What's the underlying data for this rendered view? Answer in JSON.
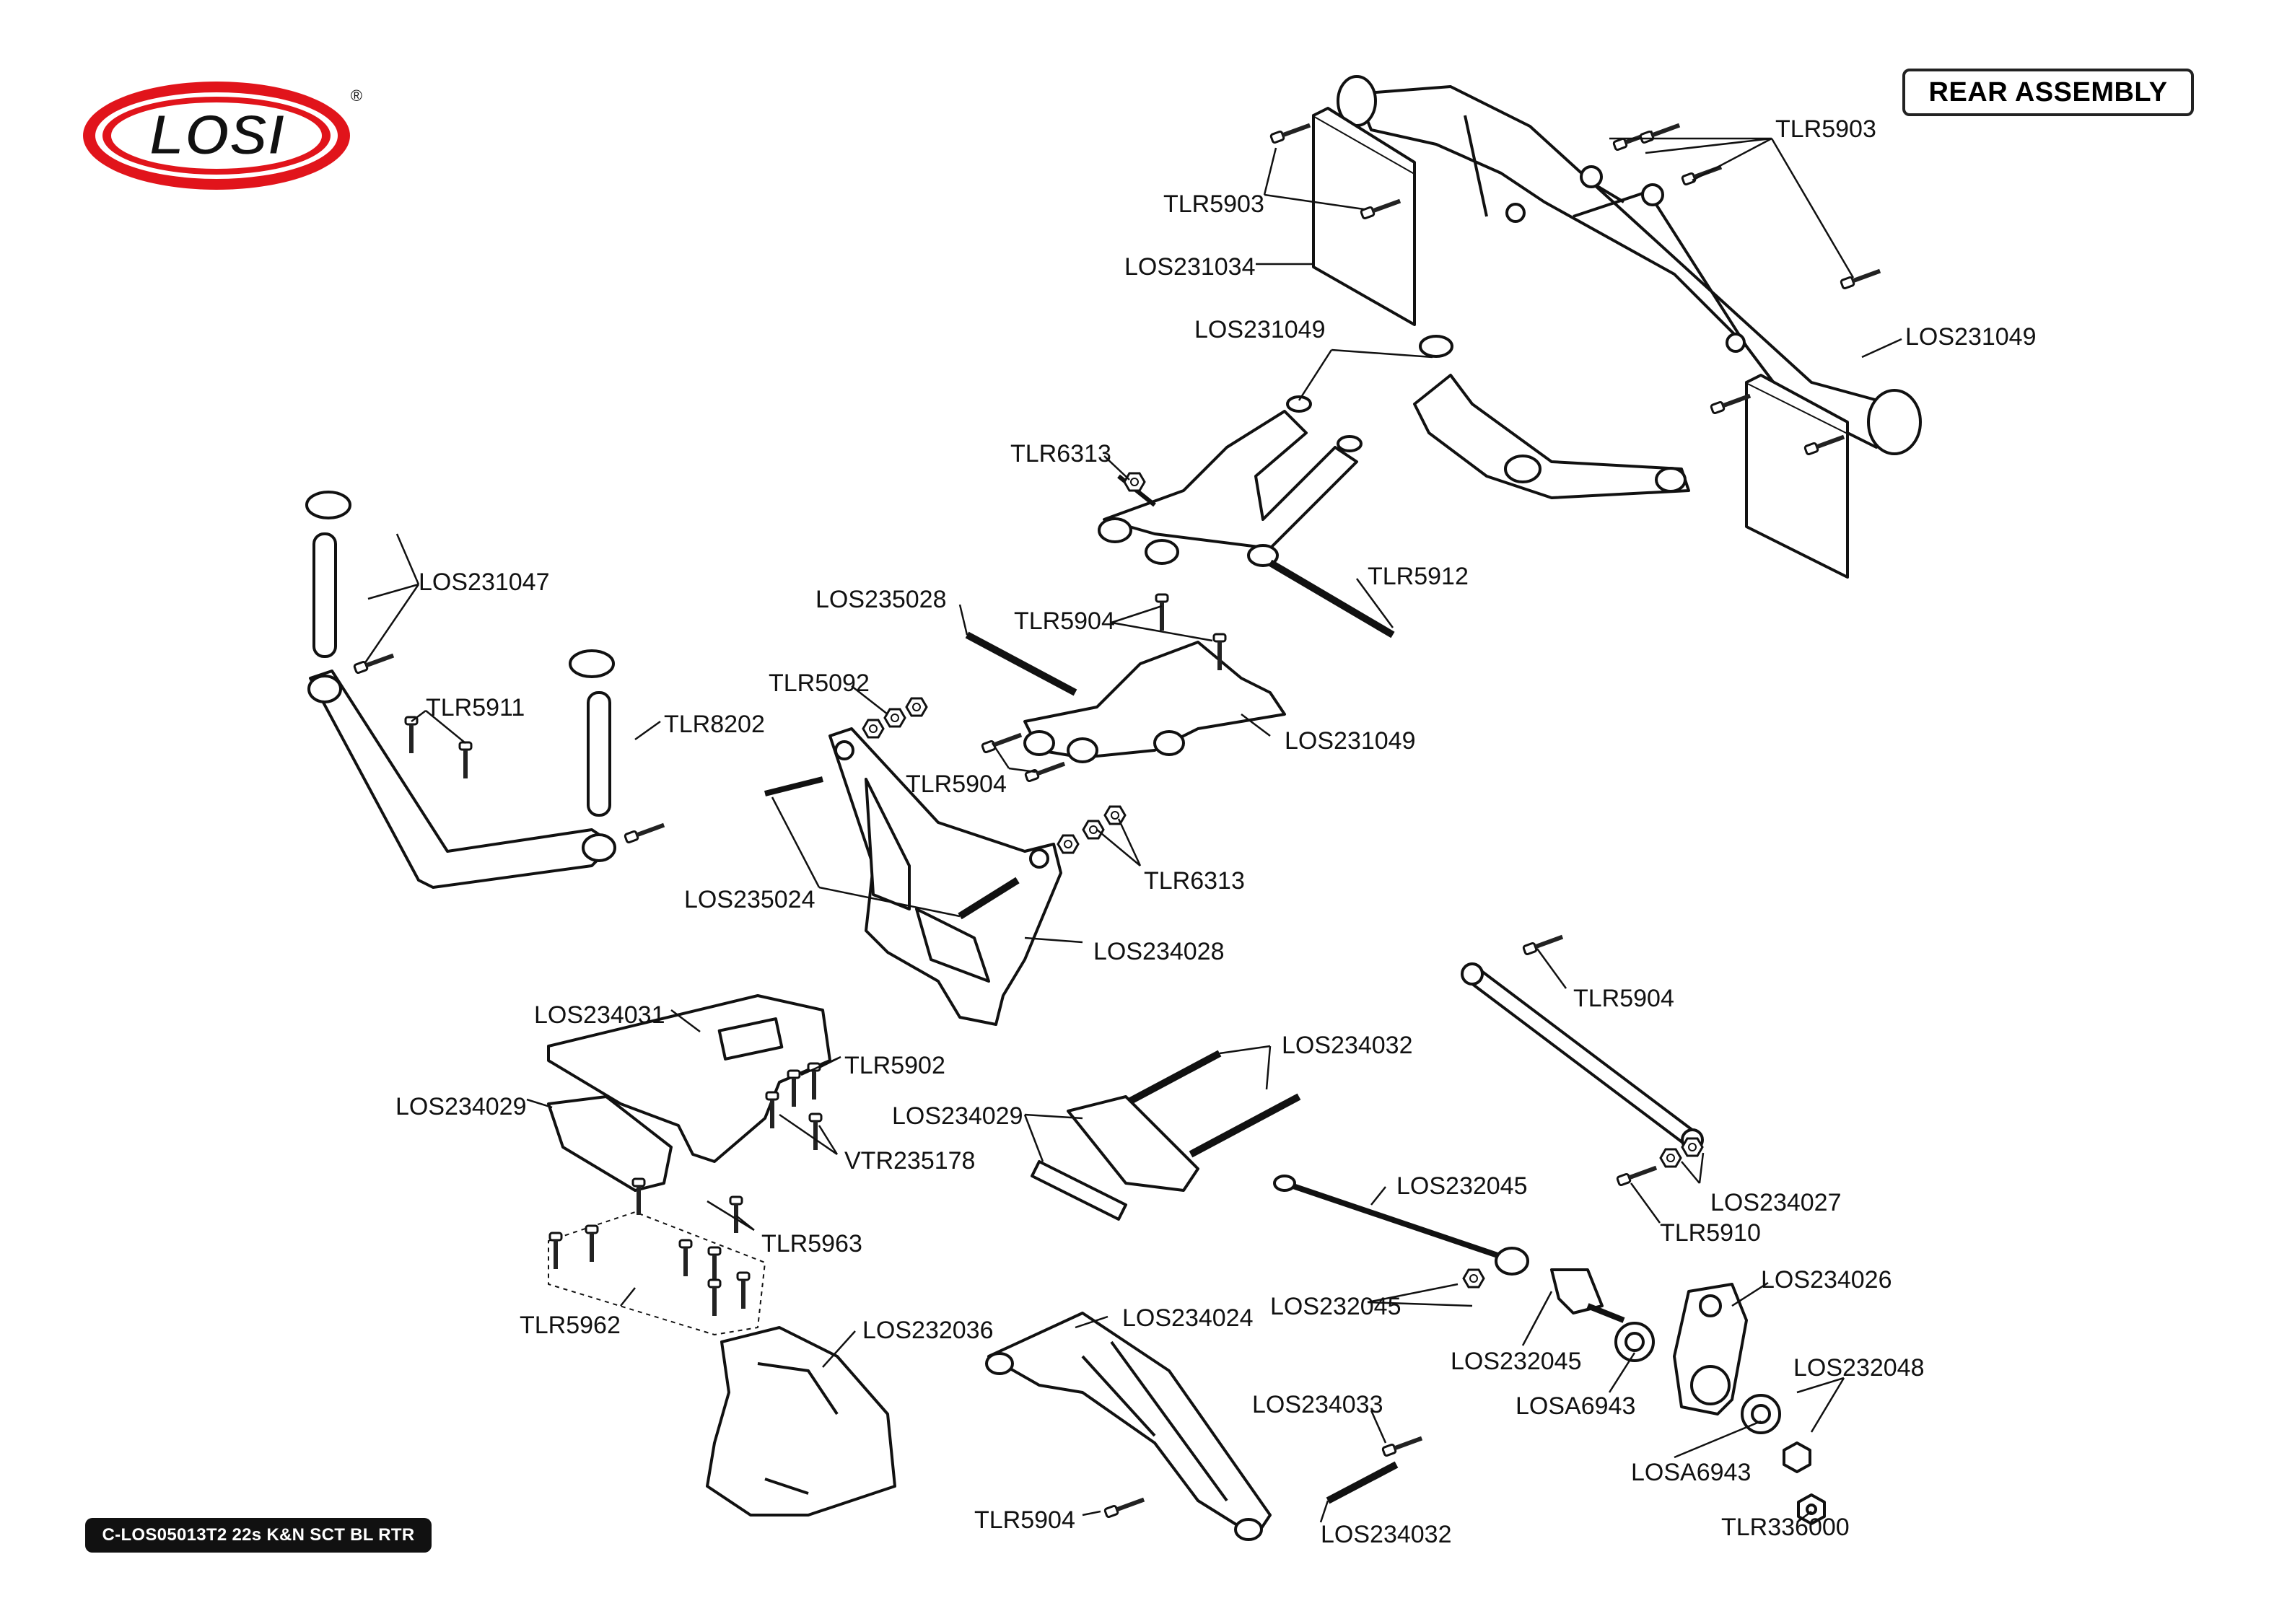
{
  "page": {
    "title": "REAR ASSEMBLY",
    "footer": "C-LOS05013T2 22s K&N SCT BL RTR",
    "logo_text": "LOSI",
    "logo_mark": "®"
  },
  "colors": {
    "logo_red": "#e1141b",
    "ink": "#111111",
    "part_fill": "#ffffff",
    "part_shade": "#cfcfcf"
  },
  "callouts": [
    {
      "id": "c1",
      "text": "TLR5903"
    },
    {
      "id": "c2",
      "text": "LOS231034"
    },
    {
      "id": "c3",
      "text": "TLR5903"
    },
    {
      "id": "c4",
      "text": "LOS231049"
    },
    {
      "id": "c5",
      "text": "LOS231049"
    },
    {
      "id": "c6",
      "text": "TLR6313"
    },
    {
      "id": "c7",
      "text": "TLR5912"
    },
    {
      "id": "c8",
      "text": "LOS231047"
    },
    {
      "id": "c9",
      "text": "LOS235028"
    },
    {
      "id": "c10",
      "text": "TLR5904"
    },
    {
      "id": "c11",
      "text": "TLR5092"
    },
    {
      "id": "c12",
      "text": "TLR5911"
    },
    {
      "id": "c13",
      "text": "TLR8202"
    },
    {
      "id": "c14",
      "text": "LOS231049"
    },
    {
      "id": "c15",
      "text": "TLR5904"
    },
    {
      "id": "c16",
      "text": "TLR6313"
    },
    {
      "id": "c17",
      "text": "LOS235024"
    },
    {
      "id": "c18",
      "text": "LOS234028"
    },
    {
      "id": "c19",
      "text": "TLR5904"
    },
    {
      "id": "c20",
      "text": "LOS234031"
    },
    {
      "id": "c21",
      "text": "TLR5902"
    },
    {
      "id": "c22",
      "text": "LOS234032"
    },
    {
      "id": "c23",
      "text": "LOS234029"
    },
    {
      "id": "c24",
      "text": "LOS234029"
    },
    {
      "id": "c25",
      "text": "VTR235178"
    },
    {
      "id": "c26",
      "text": "LOS232045"
    },
    {
      "id": "c27",
      "text": "LOS234027"
    },
    {
      "id": "c28",
      "text": "TLR5910"
    },
    {
      "id": "c29",
      "text": "TLR5963"
    },
    {
      "id": "c30",
      "text": "TLR5962"
    },
    {
      "id": "c31",
      "text": "LOS232036"
    },
    {
      "id": "c32",
      "text": "LOS234024"
    },
    {
      "id": "c33",
      "text": "LOS232045"
    },
    {
      "id": "c34",
      "text": "LOS234026"
    },
    {
      "id": "c35",
      "text": "LOS232045"
    },
    {
      "id": "c36",
      "text": "LOS232048"
    },
    {
      "id": "c37",
      "text": "LOSA6943"
    },
    {
      "id": "c38",
      "text": "LOS234033"
    },
    {
      "id": "c39",
      "text": "LOSA6943"
    },
    {
      "id": "c40",
      "text": "TLR5904"
    },
    {
      "id": "c41",
      "text": "LOS234032"
    },
    {
      "id": "c42",
      "text": "TLR336000"
    }
  ]
}
